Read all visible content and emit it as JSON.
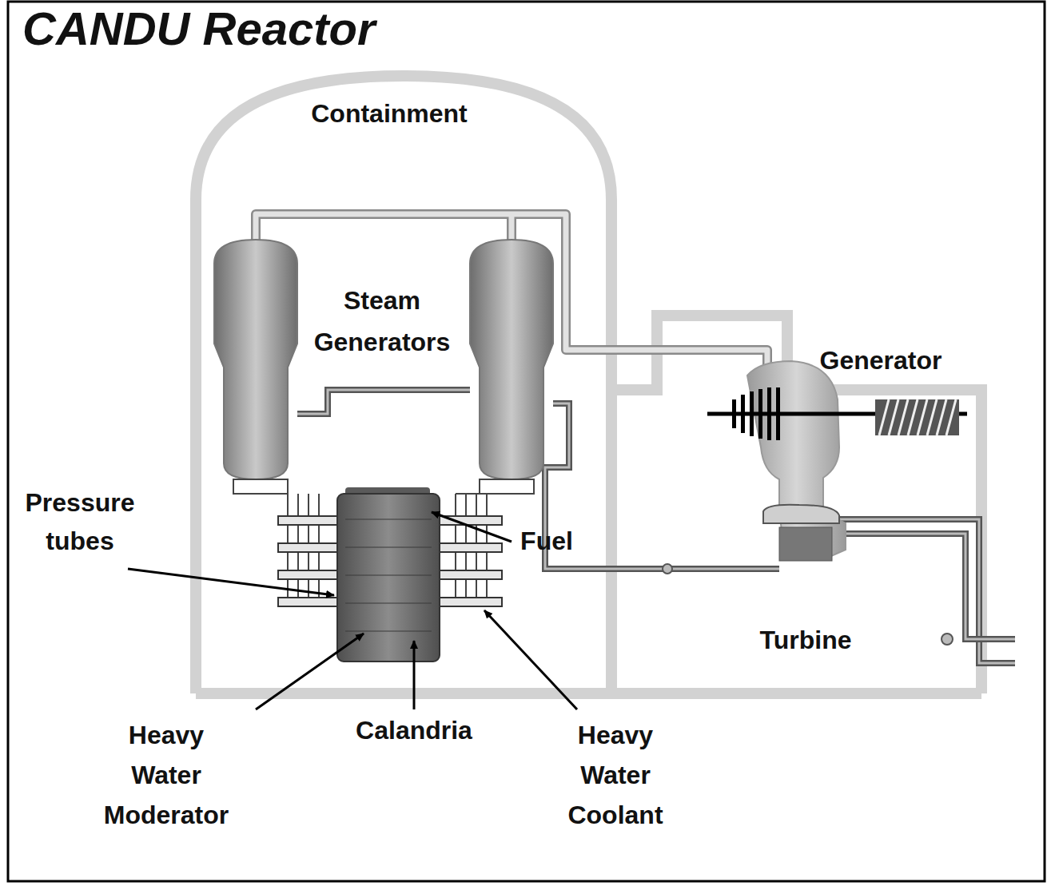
{
  "diagram": {
    "title": "CANDU Reactor",
    "labels": [
      "Containment",
      "Steam Generators",
      "Generator",
      "Pressure tubes",
      "Fuel",
      "Turbine",
      "Heavy Water Moderator",
      "Calandria",
      "Heavy Water Coolant"
    ]
  }
}
